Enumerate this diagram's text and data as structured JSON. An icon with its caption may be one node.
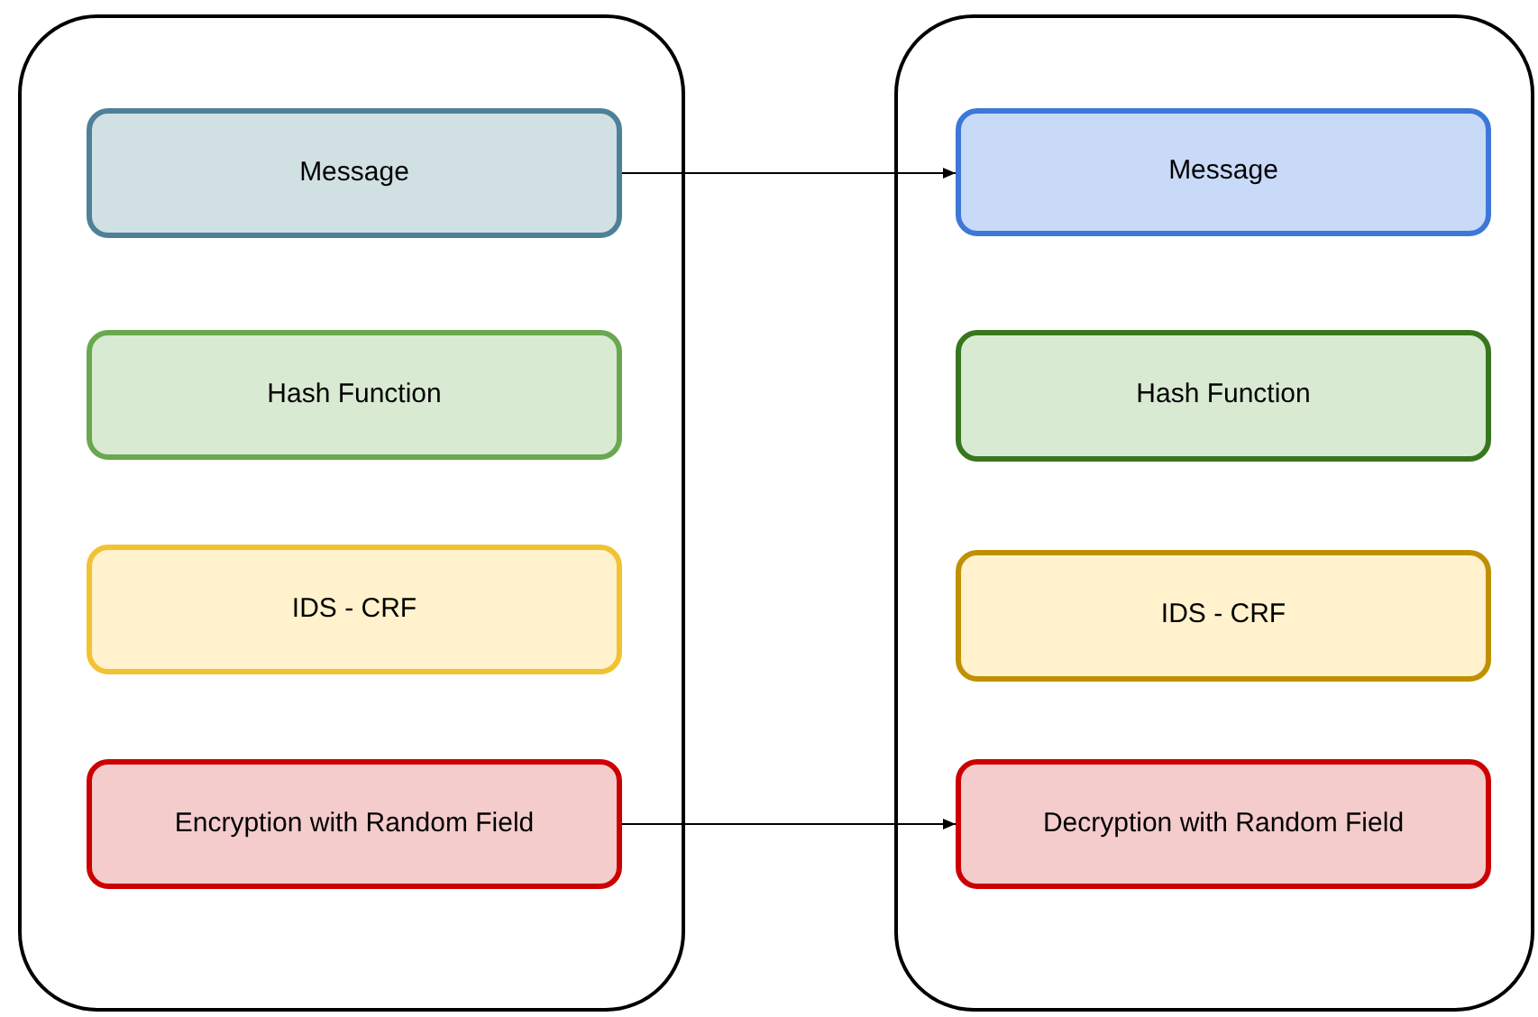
{
  "diagram": {
    "nodes": [
      {
        "text": [],
        "shape": "box"
      },
      {
        "text": [
          "Message"
        ],
        "in": 0
      },
      {
        "text": [
          "Hash Function"
        ],
        "in": 0
      },
      {
        "text": [
          "IDS - CRF"
        ],
        "in": 0
      },
      {
        "text": [
          "Encryption with Random Field"
        ],
        "in": 0
      },
      {
        "text": [],
        "shape": "box"
      },
      {
        "text": [
          "Message"
        ],
        "in": 5
      },
      {
        "text": [
          "Hash Function"
        ],
        "in": 5
      },
      {
        "text": [
          "IDS - CRF"
        ],
        "in": 5
      },
      {
        "text": [
          "Decryption with Random Field"
        ],
        "in": 5
      }
    ],
    "edges": [
      {
        "from": 1,
        "to": 6,
        "arrow": "to"
      },
      {
        "from": 4,
        "to": 9,
        "arrow": "to"
      }
    ]
  }
}
